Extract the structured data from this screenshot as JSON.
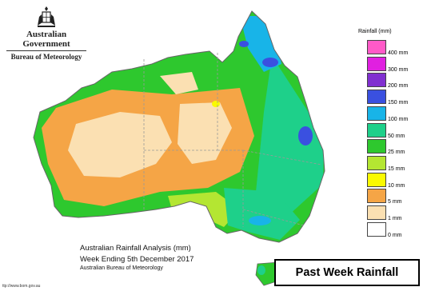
{
  "header": {
    "government": "Australian Government",
    "bureau": "Bureau of Meteorology"
  },
  "legend": {
    "title": "Rainfall (mm)",
    "items": [
      {
        "label": "400 mm",
        "color": "#ff5ac8"
      },
      {
        "label": "300 mm",
        "color": "#e020e0"
      },
      {
        "label": "200 mm",
        "color": "#8030d0"
      },
      {
        "label": "150 mm",
        "color": "#3a50e0"
      },
      {
        "label": "100 mm",
        "color": "#18b4e8"
      },
      {
        "label": "50 mm",
        "color": "#1ed08a"
      },
      {
        "label": "25 mm",
        "color": "#2ec82e"
      },
      {
        "label": "15 mm",
        "color": "#b4e632"
      },
      {
        "label": "10 mm",
        "color": "#fafa00"
      },
      {
        "label": "5 mm",
        "color": "#f5a546"
      },
      {
        "label": "1 mm",
        "color": "#fbe0b2"
      },
      {
        "label": "0 mm",
        "color": "#ffffff"
      }
    ]
  },
  "caption": {
    "title": "Australian Rainfall Analysis (mm)",
    "period": "Week Ending 5th December 2017",
    "source": "Australian Bureau of Meteorology"
  },
  "badge": "Past Week Rainfall",
  "footer_url": "ttp://www.bom.gov.au",
  "map": {
    "regions": [
      {
        "name": "north-tropics",
        "color": "#2ec82e"
      },
      {
        "name": "east-coast",
        "color": "#1ed08a"
      },
      {
        "name": "cape-york",
        "color": "#18b4e8"
      },
      {
        "name": "arid-interior",
        "color": "#f5a546"
      },
      {
        "name": "dry-zone",
        "color": "#fbe0b2"
      },
      {
        "name": "storm-cells",
        "color": "#3a50e0"
      },
      {
        "name": "light-band",
        "color": "#b4e632"
      },
      {
        "name": "state-border",
        "color": "#999999"
      }
    ]
  }
}
